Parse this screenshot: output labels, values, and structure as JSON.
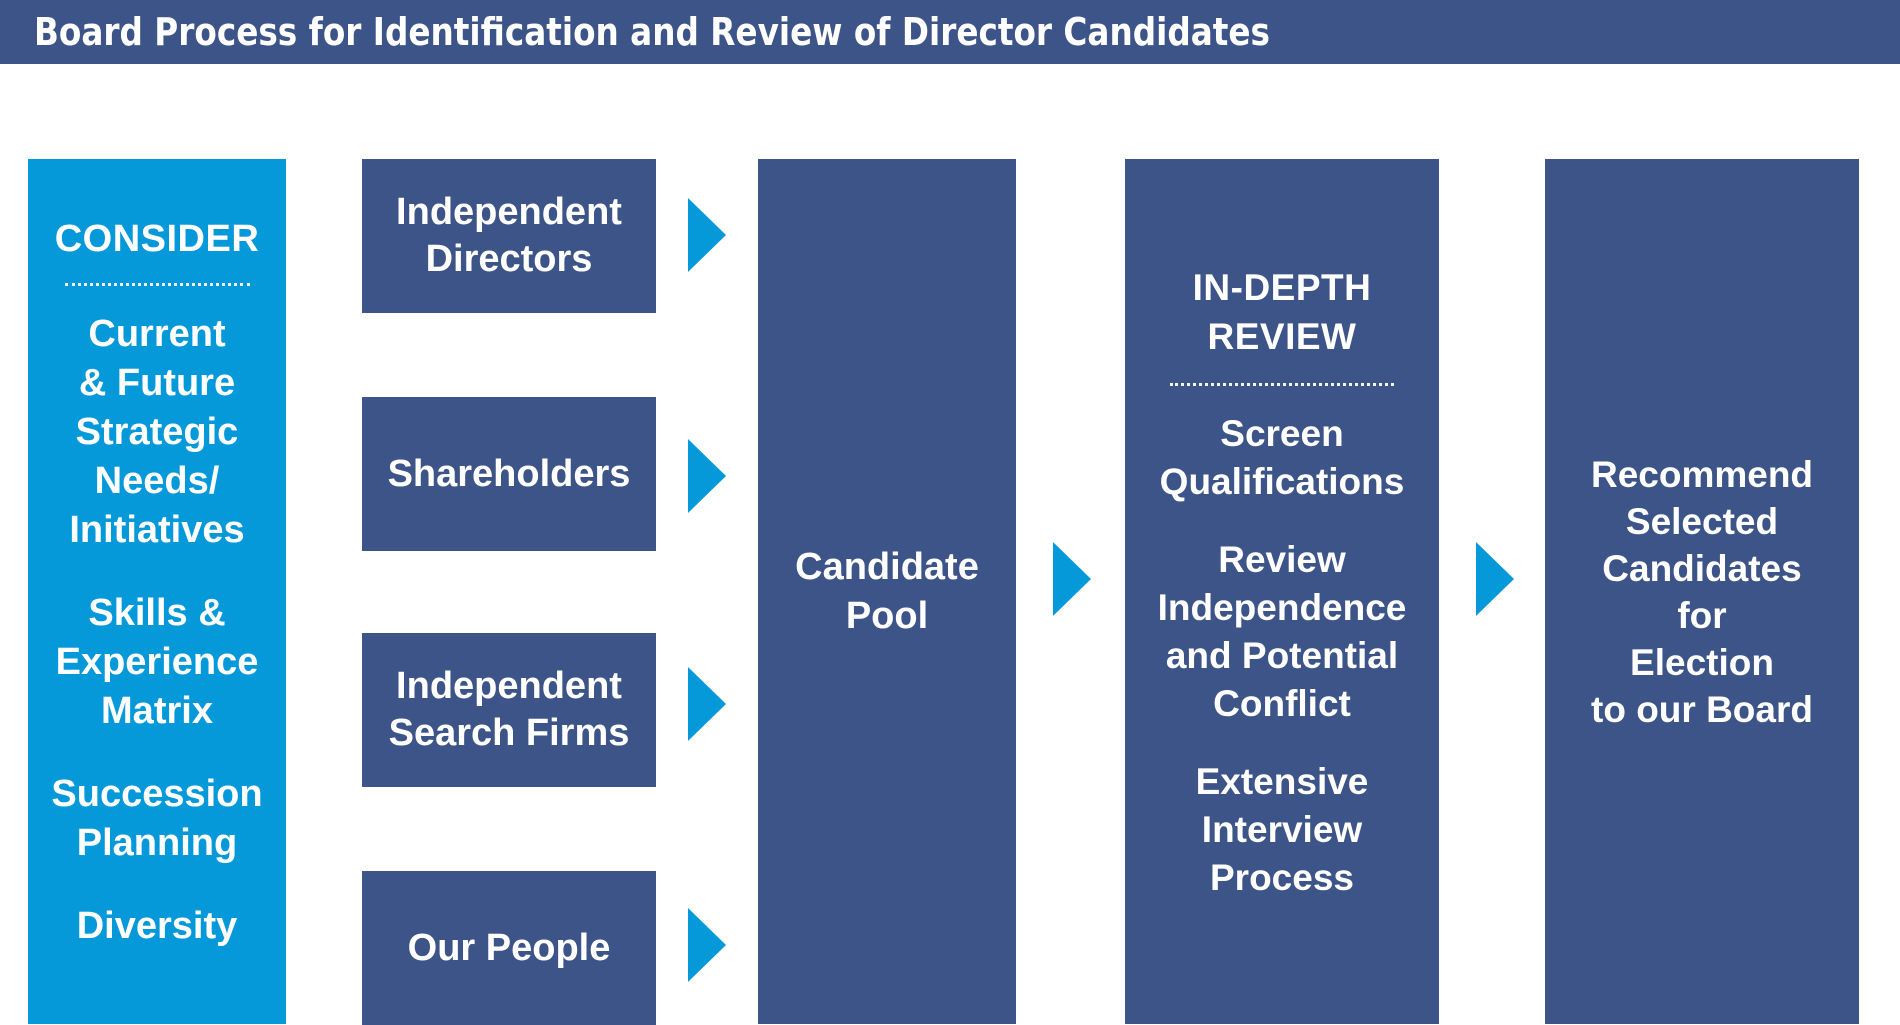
{
  "header": {
    "title": "Board Process for Identification and Review of Director Candidates"
  },
  "consider": {
    "heading": "CONSIDER",
    "items": [
      "Current\n& Future\nStrategic\nNeeds/\nInitiatives",
      "Skills &\nExperience\nMatrix",
      "Succession\nPlanning",
      "Diversity"
    ]
  },
  "sources": [
    "Independent\nDirectors",
    "Shareholders",
    "Independent\nSearch Firms",
    "Our People"
  ],
  "pool": {
    "label": "Candidate\nPool"
  },
  "review": {
    "heading": "IN-DEPTH\nREVIEW",
    "items": [
      "Screen\nQualifications",
      "Review\nIndependence\nand Potential\nConflict",
      "Extensive\nInterview\nProcess"
    ]
  },
  "recommend": {
    "label": "Recommend\nSelected\nCandidates\nfor\nElection\nto our Board"
  },
  "colors": {
    "navy": "#3d5488",
    "blue": "#0599da",
    "white": "#ffffff"
  }
}
